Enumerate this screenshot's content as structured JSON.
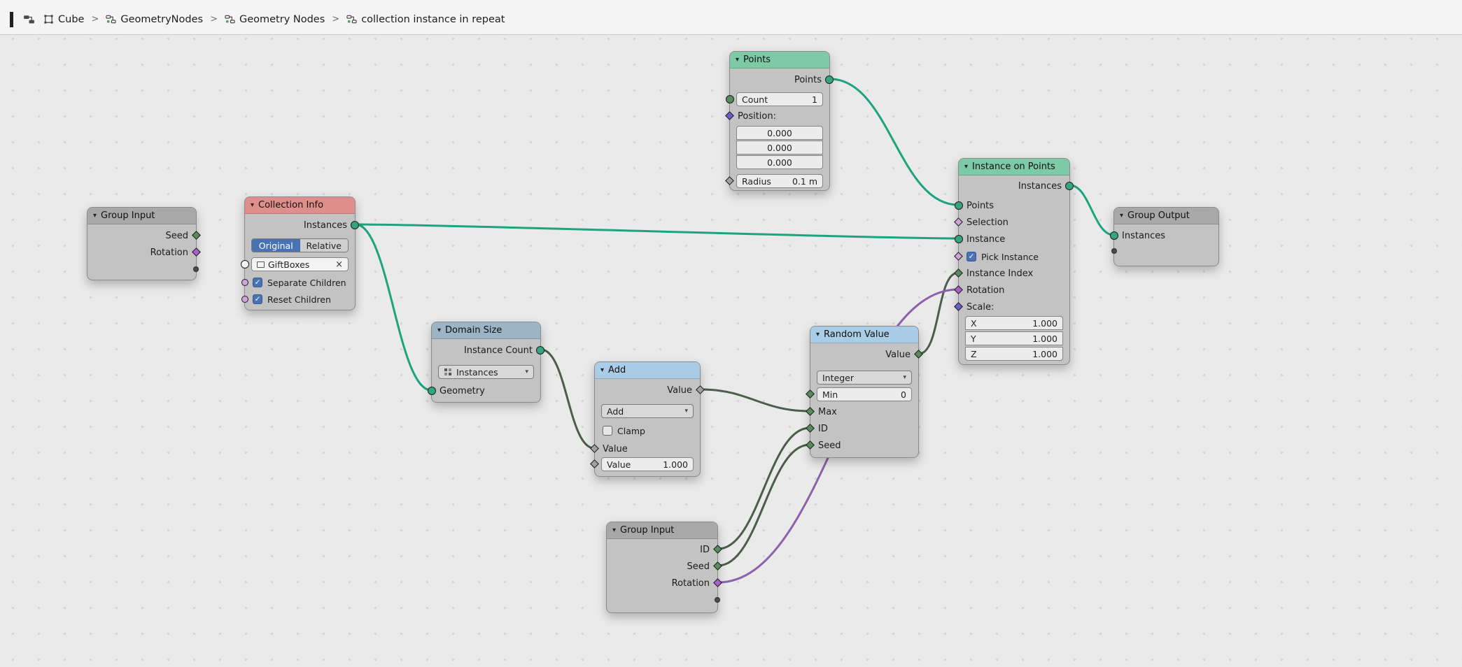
{
  "topbar": {
    "breadcrumb": {
      "separator": ">",
      "object": "Cube",
      "node_group": "GeometryNodes",
      "editor": "Geometry Nodes",
      "datablock": "collection instance in repeat"
    }
  },
  "icons": {
    "chevron_down": "▾",
    "checkmark": "✓",
    "clear": "×"
  },
  "nodes": {
    "group_input_left": {
      "title": "Group Input",
      "outputs": [
        "Seed",
        "Rotation"
      ]
    },
    "collection_info": {
      "title": "Collection Info",
      "output_label": "Instances",
      "mode_original": "Original",
      "mode_relative": "Relative",
      "collection_name": "GiftBoxes",
      "separate_children_label": "Separate Children",
      "reset_children_label": "Reset Children"
    },
    "points": {
      "title": "Points",
      "output_label": "Points",
      "count_label": "Count",
      "count_value": "1",
      "position_label": "Position:",
      "position_values": [
        "0.000",
        "0.000",
        "0.000"
      ],
      "radius_label": "Radius",
      "radius_value": "0.1 m"
    },
    "domain_size": {
      "title": "Domain Size",
      "output_label": "Instance Count",
      "component_dropdown": "Instances",
      "input_label": "Geometry"
    },
    "add": {
      "title": "Add",
      "output_label": "Value",
      "operation_dropdown": "Add",
      "clamp_label": "Clamp",
      "value_input_label": "Value",
      "value_field_label": "Value",
      "value_field_value": "1.000"
    },
    "random_value": {
      "title": "Random Value",
      "output_label": "Value",
      "type_dropdown": "Integer",
      "min_label": "Min",
      "min_value": "0",
      "max_label": "Max",
      "id_label": "ID",
      "seed_label": "Seed"
    },
    "instance_on_points": {
      "title": "Instance on Points",
      "output_label": "Instances",
      "points_label": "Points",
      "selection_label": "Selection",
      "instance_label": "Instance",
      "pick_instance_label": "Pick Instance",
      "instance_index_label": "Instance Index",
      "rotation_label": "Rotation",
      "scale_label": "Scale:",
      "scale_fields": [
        {
          "axis": "X",
          "value": "1.000"
        },
        {
          "axis": "Y",
          "value": "1.000"
        },
        {
          "axis": "Z",
          "value": "1.000"
        }
      ]
    },
    "group_output": {
      "title": "Group Output",
      "input_label": "Instances"
    },
    "group_input_bottom": {
      "title": "Group Input",
      "outputs": [
        "ID",
        "Seed",
        "Rotation"
      ]
    }
  },
  "links": [
    {
      "from": "Points.Points",
      "to": "Instance on Points.Points",
      "type": "geometry"
    },
    {
      "from": "Collection Info.Instances",
      "to": "Instance on Points.Instance",
      "type": "geometry"
    },
    {
      "from": "Collection Info.Instances",
      "to": "Domain Size.Geometry",
      "type": "geometry"
    },
    {
      "from": "Domain Size.Instance Count",
      "to": "Add.Value",
      "type": "integer"
    },
    {
      "from": "Add.Value",
      "to": "Random Value.Max",
      "type": "integer"
    },
    {
      "from": "Random Value.Value",
      "to": "Instance on Points.Instance Index",
      "type": "integer"
    },
    {
      "from": "Group Input.ID",
      "to": "Random Value.ID",
      "type": "integer"
    },
    {
      "from": "Group Input.Seed",
      "to": "Random Value.Seed",
      "type": "integer"
    },
    {
      "from": "Group Input.Rotation",
      "to": "Instance on Points.Rotation",
      "type": "rotation"
    },
    {
      "from": "Instance on Points.Instances",
      "to": "Group Output.Instances",
      "type": "geometry"
    }
  ],
  "colors": {
    "background": "#eaeaea",
    "grid_dot": "#d5d5d5",
    "topbar_bg": "#f4f4f4",
    "node_body": "#c3c3c3",
    "header_geometry": "#7ec9a6",
    "header_input_output": "#a8a8a8",
    "header_collection_info": "#de8f8b",
    "header_domain_size": "#9bb4c6",
    "header_converter": "#a9cde6",
    "accent_selected": "#4772b3",
    "socket_geometry": "#35a57f",
    "socket_integer": "#598c5c",
    "socket_boolean": "#cca6d6",
    "socket_vector": "#6363c7",
    "socket_rotation": "#a663c7",
    "socket_float": "#a1a1a1",
    "socket_collection": "#f4f4f4",
    "link_geometry": "#1da37d",
    "link_integer": "#4a5e49",
    "link_rotation": "#8e62ab"
  }
}
